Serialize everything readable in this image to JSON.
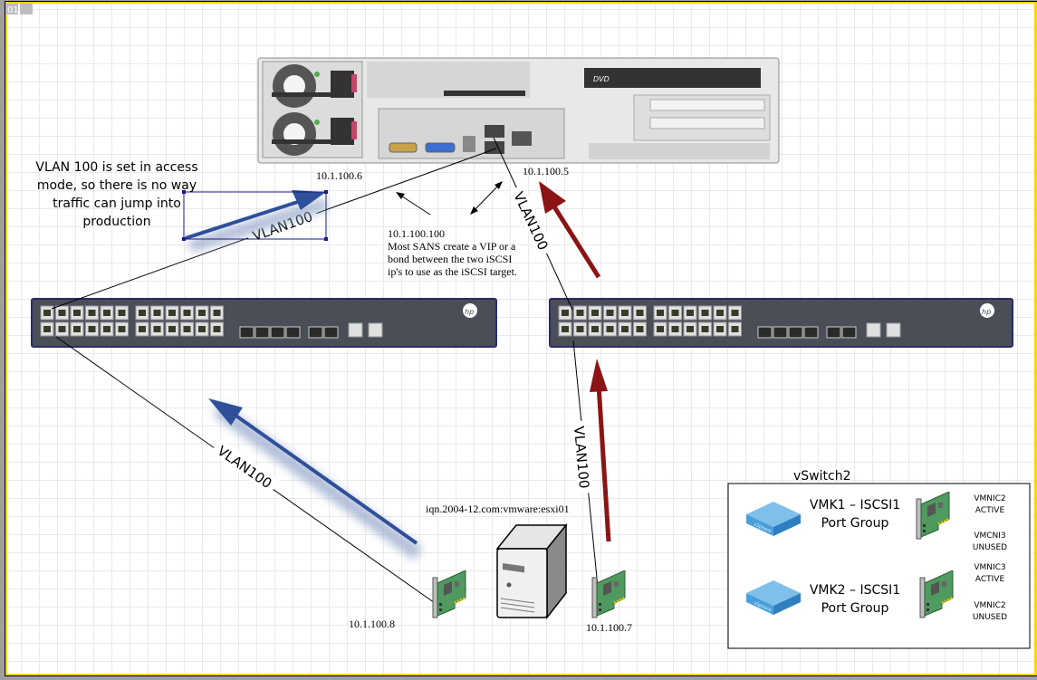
{
  "page_tab": {
    "number": "01"
  },
  "storage": {
    "ip_left": "10.1.100.6",
    "ip_right": "10.1.100.5",
    "vip_note": {
      "ip": "10.1.100.100",
      "lines": [
        "Most SANS create a VIP or a",
        "bond between the two iSCSI",
        "ip's to use as the iSCSI target."
      ]
    }
  },
  "access_note": {
    "lines": [
      "VLAN 100 is set in access",
      "mode, so there is no way",
      "traffic can jump into",
      "production"
    ]
  },
  "links": {
    "storage_to_switch1": "VLAN100",
    "switch1_to_host": "VLAN100",
    "storage_to_switch2": "VLAN100",
    "switch2_to_host": "VLAN100"
  },
  "host": {
    "iqn": "iqn.2004-12.com:vmware:esxi01",
    "nic_left_ip": "10.1.100.8",
    "nic_right_ip": "10.1.100.7"
  },
  "vswitch": {
    "title": "vSwitch2",
    "port_groups": [
      {
        "name_line1": "VMK1 – ISCSI1",
        "name_line2": "Port Group",
        "active": [
          "VMNIC2",
          "ACTIVE"
        ],
        "unused": [
          "VMCNI3",
          "UNUSED"
        ]
      },
      {
        "name_line1": "VMK2 – ISCSI1",
        "name_line2": "Port Group",
        "active": [
          "VMNIC3",
          "ACTIVE"
        ],
        "unused": [
          "VMNIC2",
          "UNUSED"
        ]
      }
    ]
  },
  "colors": {
    "blue_arrow": "#2f4f9a",
    "red_arrow": "#8b1414",
    "frame_yellow": "#ffd400",
    "grid": "#d9d9d9",
    "switch_body": "#4a4e57"
  }
}
